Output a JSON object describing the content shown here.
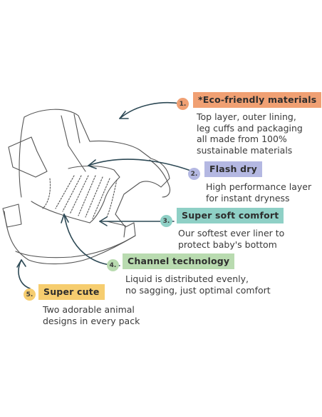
{
  "features": [
    {
      "number": "1.",
      "title": "*Eco-friendly materials",
      "color": "#f0a073",
      "desc_lines": [
        "Top layer, outer lining,",
        "leg cuffs and packaging",
        "all made from 100%",
        "sustainable materials"
      ]
    },
    {
      "number": "2.",
      "title": "Flash dry",
      "color": "#b4b8e2",
      "desc_lines": [
        "High performance layer",
        "for instant dryness"
      ]
    },
    {
      "number": "3.",
      "title": "Super soft comfort",
      "color": "#8fd0c6",
      "desc_lines": [
        "Our softest ever liner to",
        "protect baby's bottom"
      ]
    },
    {
      "number": "4.",
      "title": "Channel technology",
      "color": "#b9dbb0",
      "desc_lines": [
        "Liquid is distributed evenly,",
        "no sagging, just optimal comfort"
      ]
    },
    {
      "number": "5.",
      "title": "Super cute",
      "color": "#f6cd6f",
      "desc_lines": [
        "Two adorable animal",
        "designs in every pack"
      ]
    }
  ]
}
